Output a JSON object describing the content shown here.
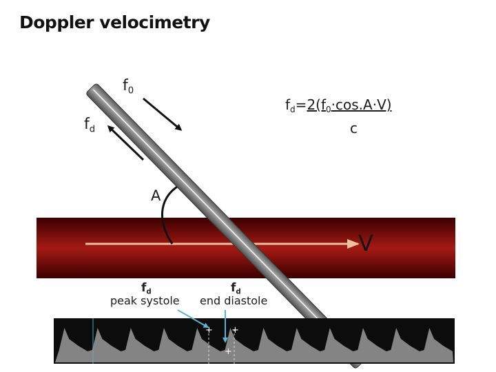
{
  "title": "Doppler velocimetry",
  "formula": {
    "lhs": "f",
    "lhs_sub": "d",
    "equals": "=",
    "num_pre": "2(f",
    "num_sub": "0",
    "num_post": "·cos.A·V)",
    "denominator": "c"
  },
  "labels": {
    "f0_main": "f",
    "f0_sub": "0",
    "fd_main": "f",
    "fd_sub": "d",
    "angle": "A",
    "velocity": "V"
  },
  "annotations": {
    "peak_symbol": "fd",
    "peak_text": "peak systole",
    "end_symbol": "fd",
    "end_text": "end diastole"
  },
  "colors": {
    "vessel_edge": "#4a0000",
    "vessel_core": "#a51a14",
    "probe": "#7d7d7d",
    "velocity_arrow": "#f0c0a0",
    "marker_line": "#5ab4d6"
  }
}
